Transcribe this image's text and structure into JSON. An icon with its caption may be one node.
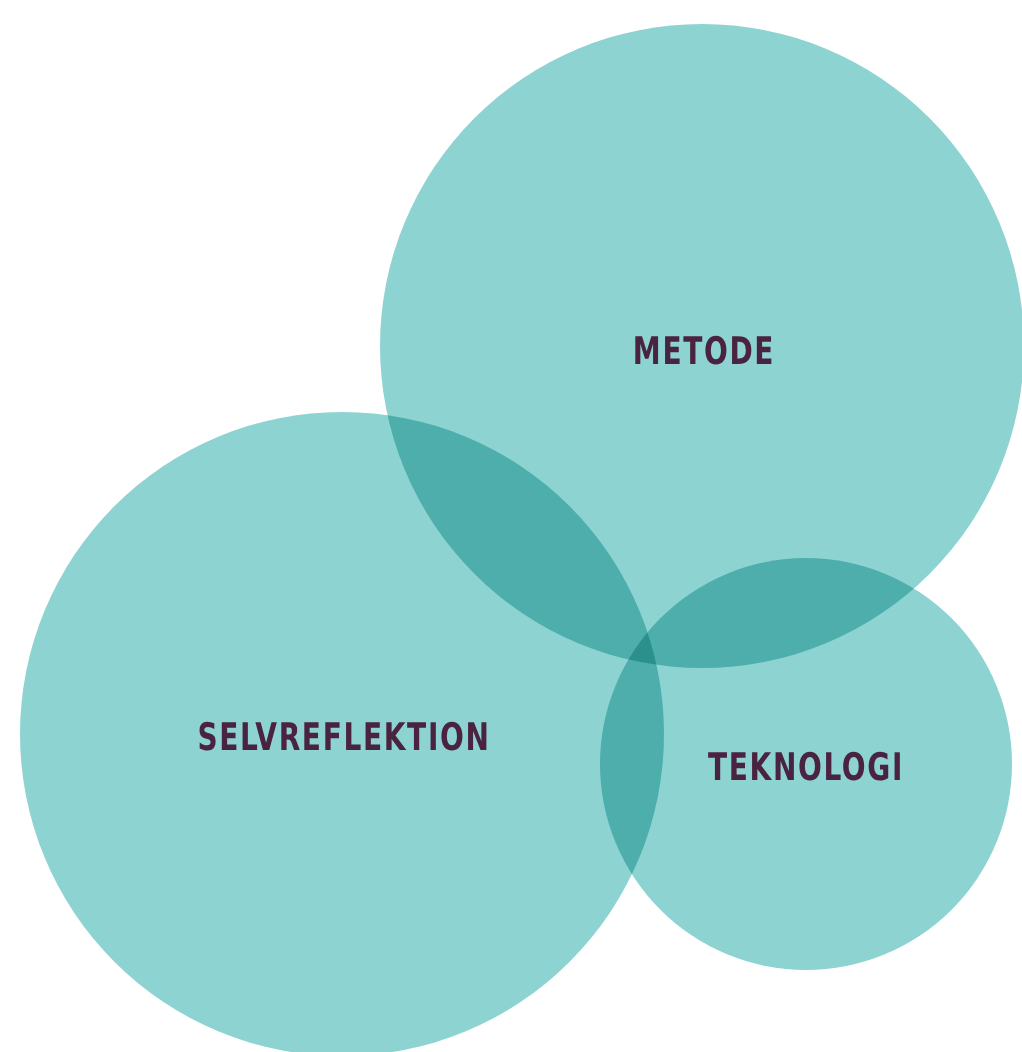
{
  "diagram": {
    "nodes": [
      {
        "text": [
          "METODE"
        ]
      },
      {
        "text": [
          "SELVREFLEKTION"
        ]
      },
      {
        "text": [
          "TEKNOLOGI"
        ]
      }
    ],
    "edges": []
  }
}
